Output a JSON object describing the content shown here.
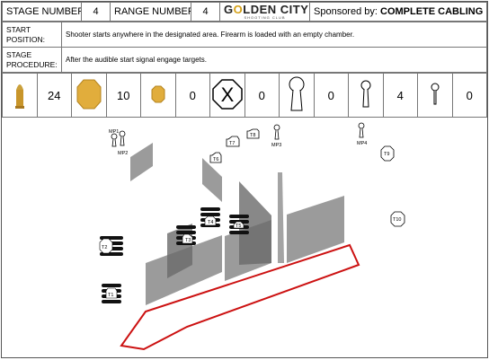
{
  "header": {
    "stage_number_label": "STAGE NUMBER:",
    "stage_number": "4",
    "range_number_label": "RANGE NUMBER:",
    "range_number": "4",
    "logo_text_1": "G",
    "logo_text_o": "O",
    "logo_text_2": "LDEN CITY",
    "logo_sub": "SHOOTING CLUB",
    "sponsor_label": "Sponsored by:",
    "sponsor_name": "COMPLETE CABLING EQUIPMENT"
  },
  "info": {
    "start_position_label": "START POSITION:",
    "start_position_text": "Shooter starts anywhere in the designated area. Firearm is loaded with an empty chamber.",
    "stage_procedure_label": "STAGE PROCEDURE:",
    "stage_procedure_text": "After the audible start signal engage targets."
  },
  "counts": {
    "rounds": "24",
    "paper_targets": "10",
    "mini_targets": "0",
    "no_shoots": "0",
    "poppers": "0",
    "medium_poppers": "4",
    "mini_poppers": "0"
  },
  "targets": {
    "mp1": "MP1",
    "mp2": "MP2",
    "mp3": "MP3",
    "mp4": "MP4",
    "t1": "T1",
    "t2": "T2",
    "t3": "T3",
    "t4": "T4",
    "t5": "T5",
    "t6": "T6",
    "t7": "T7",
    "t8": "T8",
    "t9": "T9",
    "t10": "T10"
  },
  "colors": {
    "wall": "#8a8a8a",
    "fault_line": "#cc1111",
    "round": "#c8952a",
    "target_fill": "#e1ad3c"
  }
}
